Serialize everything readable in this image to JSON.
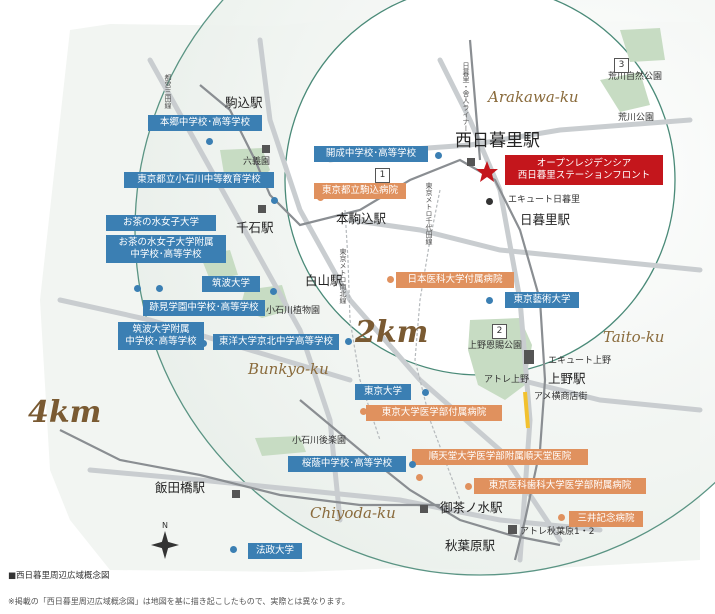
{
  "wards": {
    "arakawa": "Arakawa-ku",
    "taito": "Taito-ku",
    "bunkyo": "Bunkyo-ku",
    "chiyoda": "Chiyoda-ku"
  },
  "distances": {
    "two": "2km",
    "four": "4km"
  },
  "property": {
    "line1": "オープンレジデンシア",
    "line2": "西日暮里ステーションフロント"
  },
  "stations": {
    "nishi_nippori": "西日暮里駅",
    "komagome": "駒込駅",
    "hon_komagome": "本駒込駅",
    "sengoku": "千石駅",
    "hakusan": "白山駅",
    "nippori": "日暮里駅",
    "ueno": "上野駅",
    "iidabashi": "飯田橋駅",
    "ochanomizu": "御茶ノ水駅",
    "akihabara": "秋葉原駅"
  },
  "pois": {
    "rikugien": "六義園",
    "arakawa_shizen": "荒川自然公園",
    "arakawa_park": "荒川公園",
    "ecute_nippori": "エキュート日暮里",
    "koishikawa_botanical": "小石川植物園",
    "ueno_park": "上野恩賜公園",
    "ecute_ueno": "エキュート上野",
    "atre_ueno": "アトレ上野",
    "ameyoko": "アメ横商店街",
    "koishikawa_korakuen": "小石川後楽園",
    "atre_akihabara": "アトレ秋葉原1・2"
  },
  "schools": {
    "hongo": "本郷中学校･高等学校",
    "kaisei": "開成中学校･高等学校",
    "koishikawa_chuto": "東京都立小石川中等教育学校",
    "ochanomizu_univ": "お茶の水女子大学",
    "ochanomizu_fuzoku_1": "お茶の水女子大学附属",
    "ochanomizu_fuzoku_2": "中学校･高等学校",
    "tsukuba_univ": "筑波大学",
    "atomi": "跡見学園中学校･高等学校",
    "tsukuba_fuzoku_1": "筑波大学附属",
    "tsukuba_fuzoku_2": "中学校･高等学校",
    "toyo_keihoku": "東洋大学京北中学高等学校",
    "geidai": "東京藝術大学",
    "todai": "東京大学",
    "ouin": "桜蔭中学校･高等学校",
    "hosei": "法政大学"
  },
  "hospitals": {
    "komagome": "東京都立駒込病院",
    "nichii": "日本医科大学付属病院",
    "todai_hosp": "東京大学医学部付属病院",
    "juntendo": "順天堂大学医学部附属順天堂医院",
    "ikashika": "東京医科歯科大学医学部附属病院",
    "mitsui": "三井記念病院"
  },
  "road_shields": {
    "r1": "1",
    "r2": "2",
    "r3": "3"
  },
  "lines": {
    "toneri": "日暮里・舎人ライナー",
    "chiyoda": "東京メトロ千代田線",
    "namboku": "東京メトロ南北線",
    "mita": "都営三田線"
  },
  "north_arrow": "N",
  "caption": "■西日暮里周辺広域概念図",
  "footnote": "※掲載の「西日暮里周辺広域概念図」は地図を基に描き起こしたもので、実際とは異なります。",
  "colors": {
    "school_box": "#3b7fb3",
    "hospital_box": "#e0915e",
    "property_box": "#c4161c",
    "ring": "#4a8a78",
    "park": "#c7dcc3",
    "yellow_line": "#f2c12e"
  }
}
